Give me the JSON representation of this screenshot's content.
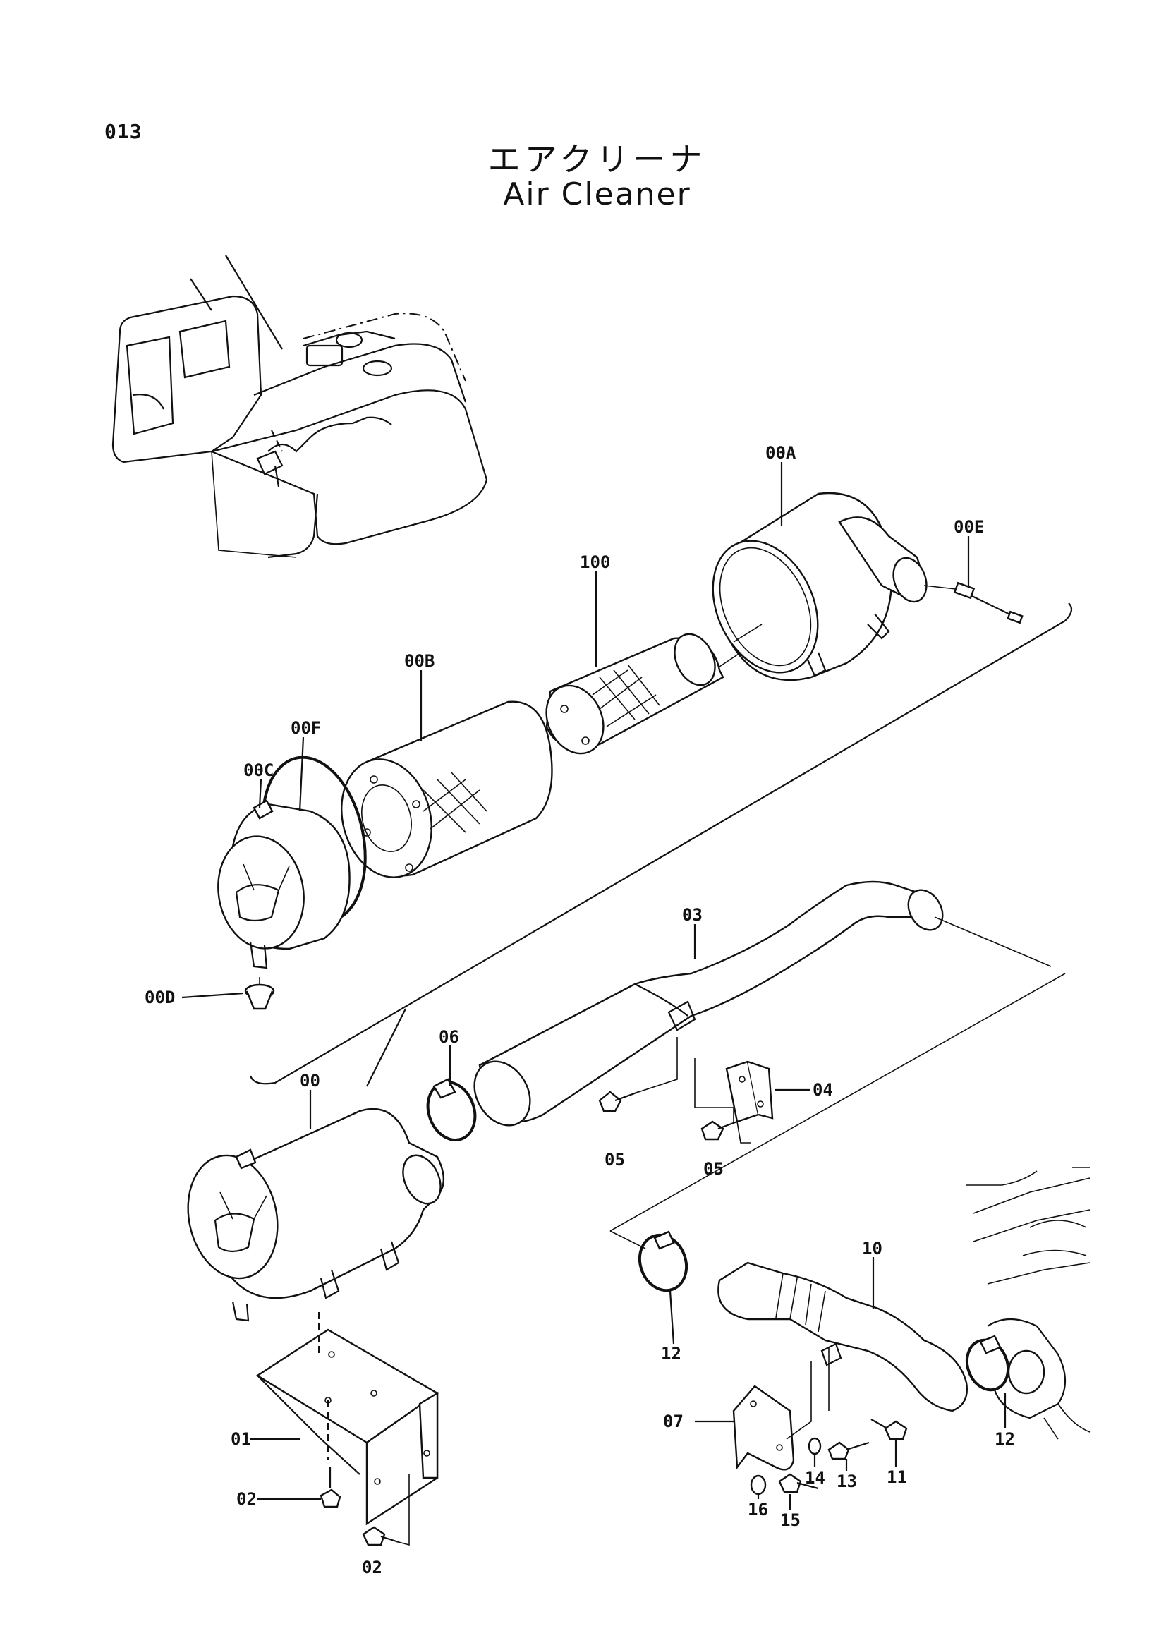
{
  "header": {
    "page_number": "013",
    "title_ja": "エアクリーナ",
    "title_en": "Air Cleaner"
  },
  "labels": {
    "l00A": "00A",
    "l00E": "00E",
    "l100": "100",
    "l00B": "00B",
    "l00F": "00F",
    "l00C": "00C",
    "l00D": "00D",
    "l03": "03",
    "l06": "06",
    "l00": "00",
    "l04": "04",
    "l05a": "05",
    "l05b": "05",
    "l10": "10",
    "l12a": "12",
    "l12b": "12",
    "l07": "07",
    "l01": "01",
    "l02a": "02",
    "l02b": "02",
    "l14": "14",
    "l13": "13",
    "l11": "11",
    "l16": "16",
    "l15": "15"
  }
}
